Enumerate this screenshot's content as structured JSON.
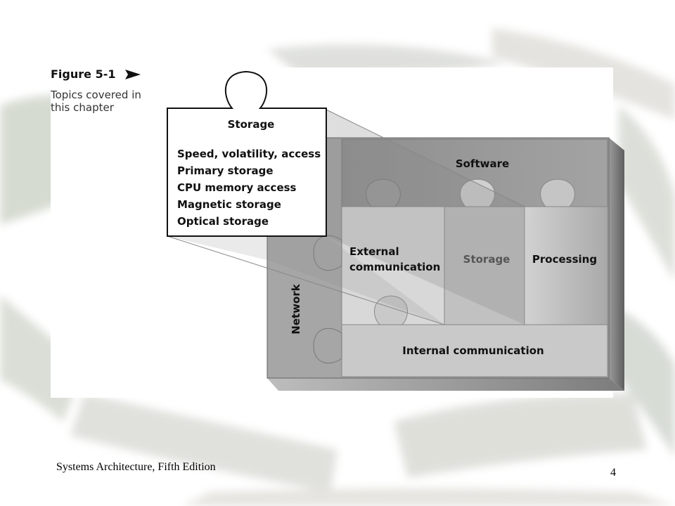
{
  "figure": {
    "label": "Figure 5-1",
    "caption": "Topics covered in this chapter"
  },
  "callout": {
    "title": "Storage",
    "items": [
      "Speed, volatility, access",
      "Primary storage",
      "CPU memory access",
      "Magnetic storage",
      "Optical storage"
    ]
  },
  "puzzle": {
    "software": "Software",
    "external_line1": "External",
    "external_line2": "communication",
    "storage": "Storage",
    "processing": "Processing",
    "network": "Network",
    "internal": "Internal communication"
  },
  "footer": {
    "book": "Systems Architecture, Fifth Edition",
    "page": "4"
  }
}
